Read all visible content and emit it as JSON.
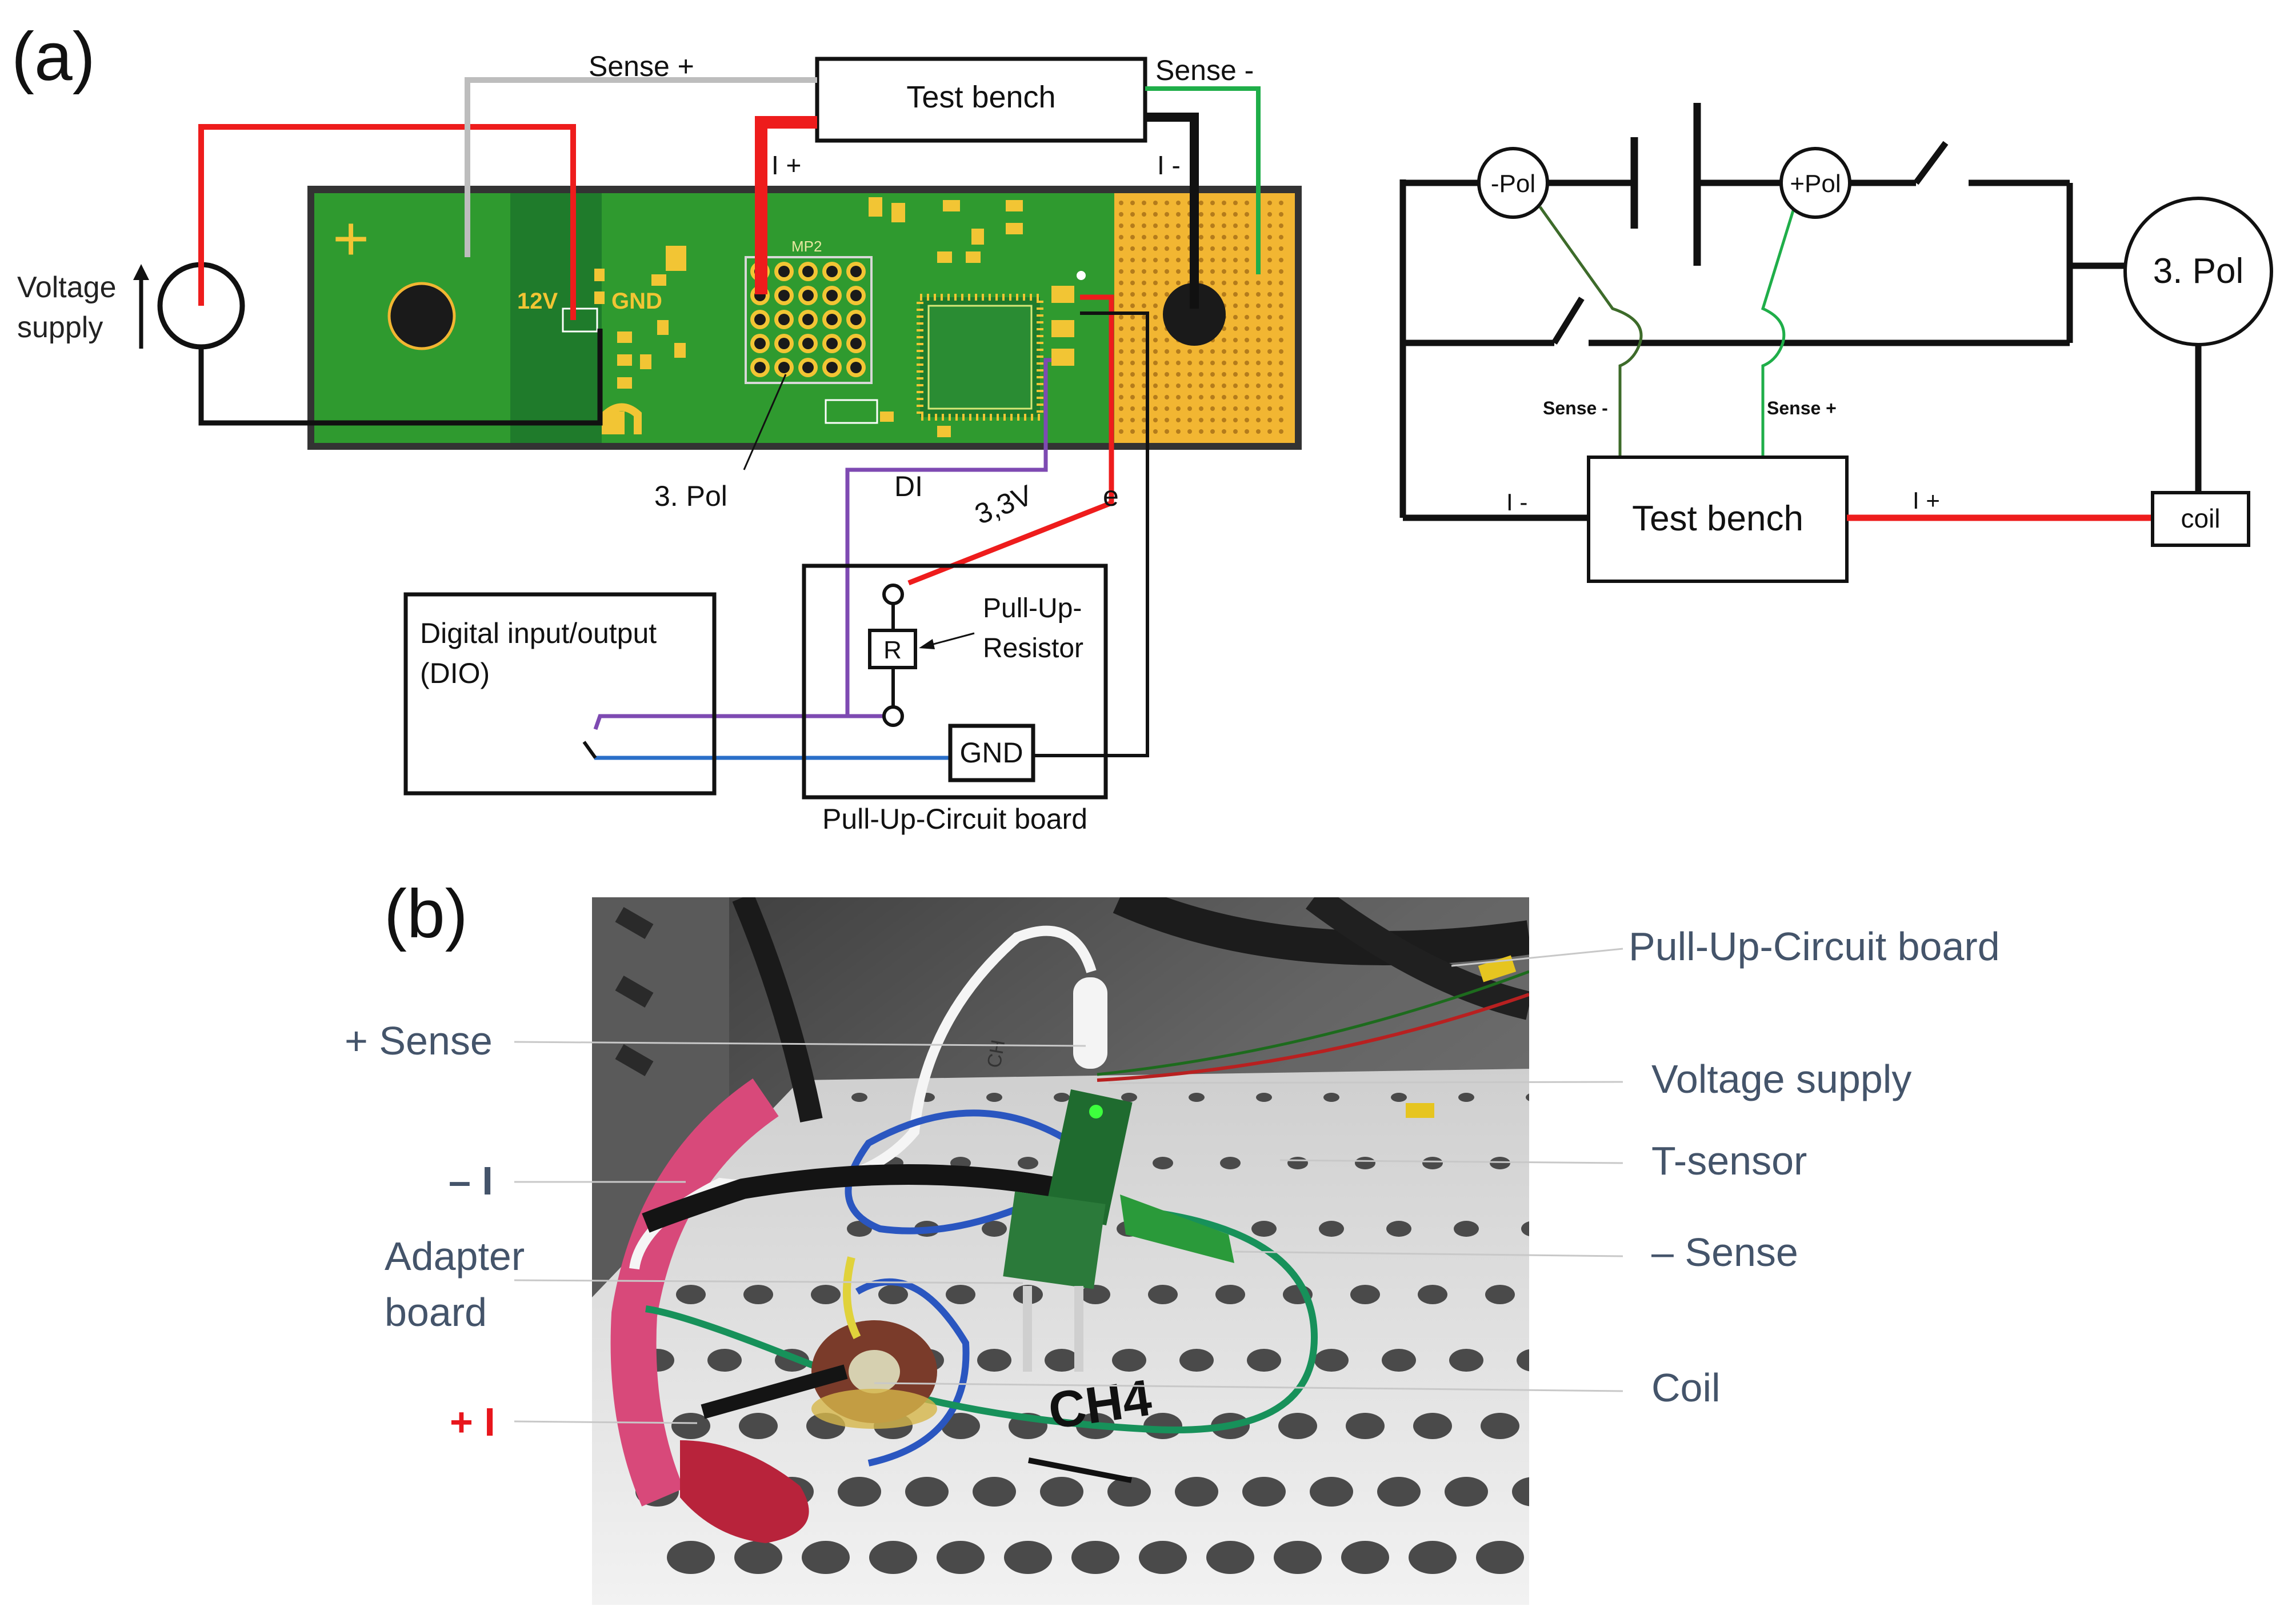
{
  "panel_a": {
    "label": "(a)",
    "voltage_supply": "Voltage supply",
    "sense_plus": "Sense +",
    "sense_minus": "Sense -",
    "test_bench": "Test bench",
    "i_plus": "I +",
    "i_minus": "I -",
    "pcb": {
      "plus_mark": "+",
      "label_12v": "12V",
      "label_gnd": "GND",
      "label_mp2": "MP2"
    },
    "third_pole": "3. Pol",
    "di": "DI",
    "v33": "3,3V",
    "e": "e",
    "dio_line1": "Digital input/output",
    "dio_line2": "(DIO)",
    "resistor": "R",
    "pull_up_resistor_line1": "Pull-Up-",
    "pull_up_resistor_line2": "Resistor",
    "gnd_box": "GND",
    "pull_up_board": "Pull-Up-Circuit board",
    "schematic": {
      "neg_pol": "-Pol",
      "pos_pol": "+Pol",
      "third_pol": "3. Pol",
      "sense_minus": "Sense -",
      "sense_plus": "Sense +",
      "test_bench": "Test bench",
      "i_minus": "I -",
      "i_plus": "I +",
      "coil": "coil"
    },
    "colors": {
      "red": "#ee1c1c",
      "gray": "#bdbdbd",
      "green": "#1fae49",
      "dark_green": "#3d6b2a",
      "purple": "#7e4ab2",
      "blue": "#2a6fc9",
      "pcb_green": "#2f9a2f",
      "pcb_gold": "#f2b632"
    }
  },
  "panel_b": {
    "label": "(b)",
    "callouts_left": {
      "plus_sense": "+ Sense",
      "minus_i": "– I",
      "adapter_board_line1": "Adapter",
      "adapter_board_line2": "board",
      "plus_i": "+ I"
    },
    "callouts_right": {
      "pull_up_board": "Pull-Up-Circuit board",
      "voltage_supply": "Voltage supply",
      "t_sensor": "T-sensor",
      "minus_sense": "– Sense",
      "coil": "Coil"
    },
    "photo_markings": {
      "ch": "CH",
      "ch_marker": "CH4"
    }
  }
}
